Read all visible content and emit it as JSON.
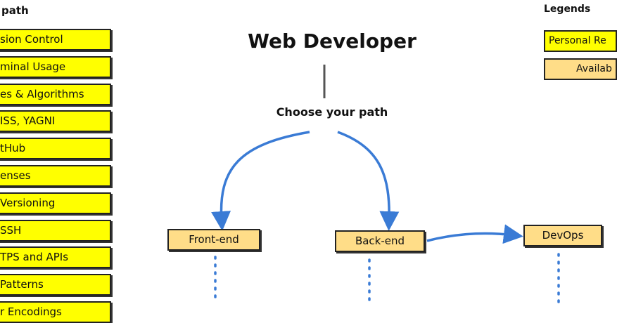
{
  "sidebar": {
    "title": "path",
    "items": [
      "sion Control",
      "minal Usage",
      "es & Algorithms",
      "ISS, YAGNI",
      "tHub",
      "enses",
      "Versioning",
      "SSH",
      "TPS and APIs",
      "Patterns",
      "r Encodings"
    ]
  },
  "main": {
    "title": "Web Developer",
    "subtitle": "Choose your path",
    "nodes": [
      "Front-end",
      "Back-end",
      "DevOps"
    ]
  },
  "legend": {
    "title": "Legends",
    "items": [
      "Personal Re",
      "Availab"
    ]
  },
  "colors": {
    "personal": "#ffff00",
    "available": "#ffdd88",
    "arrow": "#3a7bd5"
  }
}
